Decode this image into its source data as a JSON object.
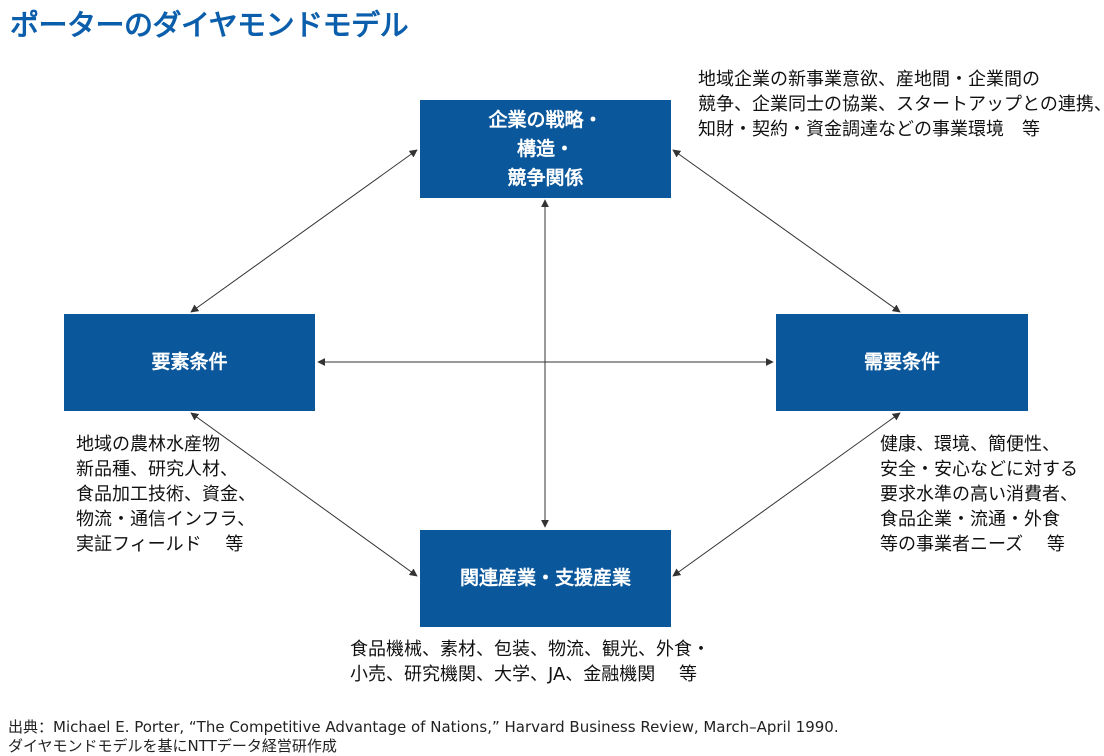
{
  "title": "ポーターのダイヤモンドモデル",
  "nodes": {
    "strategy": {
      "lines": [
        "企業の戦略・",
        "構造・",
        "競争関係"
      ]
    },
    "factor": {
      "lines": [
        "要素条件"
      ]
    },
    "demand": {
      "lines": [
        "需要条件"
      ]
    },
    "related": {
      "lines": [
        "関連産業・支援産業"
      ]
    }
  },
  "descriptions": {
    "strategy": [
      "地域企業の新事業意欲、産地間・企業間の",
      "競争、企業同士の協業、スタートアップとの連携、",
      "知財・契約・資金調達などの事業環境　等"
    ],
    "factor": [
      "地域の農林水産物",
      "新品種、研究人材、",
      "食品加工技術、資金、",
      "物流・通信インフラ、",
      "実証フィールド　 等"
    ],
    "demand": [
      "健康、環境、簡便性、",
      "安全・安心などに対する",
      "要求水準の高い消費者、",
      "食品企業・流通・外食",
      "等の事業者ニーズ　 等"
    ],
    "related": [
      "食品機械、素材、包装、物流、観光、外食・",
      "小売、研究機関、大学、JA、金融機関　 等"
    ]
  },
  "source": {
    "line1": "出典：Michael E. Porter, “The Competitive Advantage of Nations,” Harvard Business Review, March–April 1990.",
    "line2": "ダイヤモンドモデルを基にNTTデータ経営研作成"
  },
  "colors": {
    "title": "#0a5eab",
    "box_fill": "#0b579b",
    "box_text": "#ffffff",
    "arrow": "#333333"
  }
}
